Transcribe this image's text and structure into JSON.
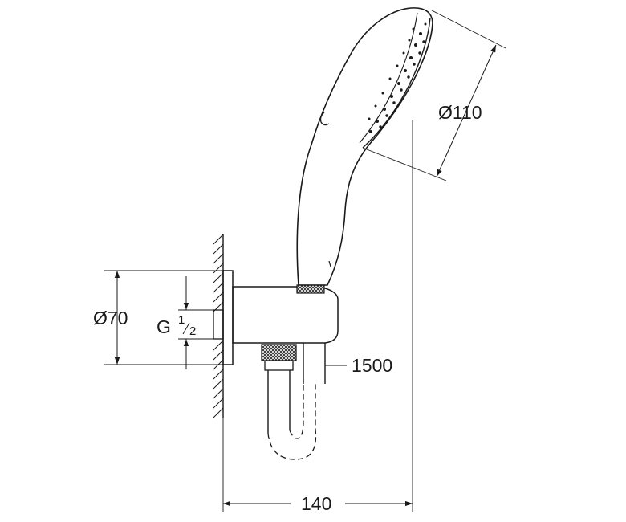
{
  "dimensions": {
    "head_diameter": "Ø110",
    "plate_diameter": "Ø70",
    "thread_prefix": "G",
    "thread_num": "1",
    "thread_den": "2",
    "hose_length": "1500",
    "wall_projection": "140"
  }
}
